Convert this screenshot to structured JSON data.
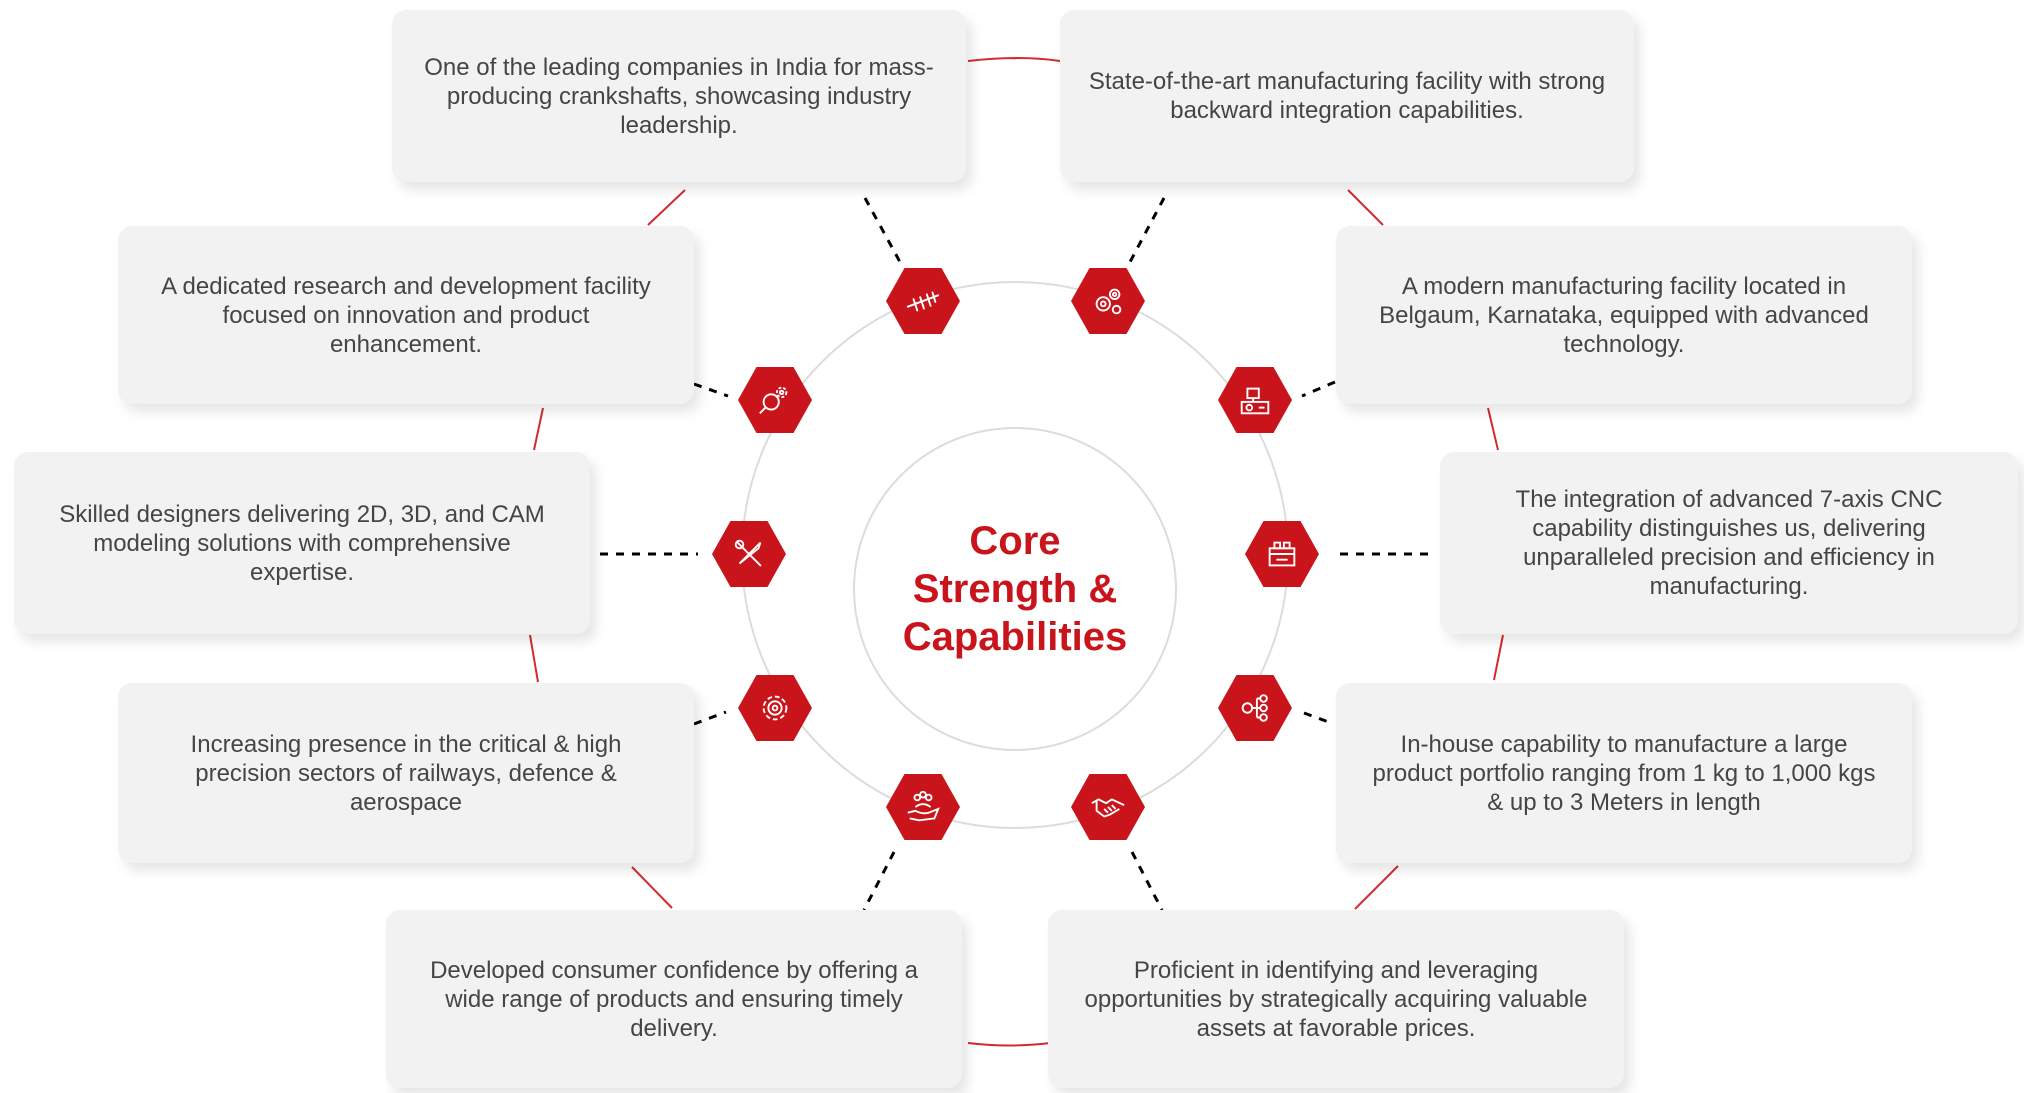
{
  "center": {
    "title": "Core Strength & Capabilities"
  },
  "colors": {
    "accent": "#c8141a",
    "card_bg": "#f2f2f2",
    "text": "#454545",
    "ring": "#dcdcdc",
    "connector": "#000000"
  },
  "items": [
    {
      "text": "One of the leading companies in India for mass-producing crankshafts, showcasing industry leadership.",
      "icon": "crankshaft-icon"
    },
    {
      "text": "State-of-the-art  manufacturing facility with strong backward integration capabilities.",
      "icon": "gears-icon"
    },
    {
      "text": "A modern manufacturing facility located in Belgaum, Karnataka, equipped with advanced technology.",
      "icon": "factory-machine-icon"
    },
    {
      "text": "The integration of advanced 7-axis CNC capability distinguishes us, delivering unparalleled precision and efficiency in manufacturing.",
      "icon": "cnc-machine-icon"
    },
    {
      "text": "In-house capability to manufacture a large product portfolio ranging from 1 kg to 1,000 kgs & up to 3 Meters in length",
      "icon": "gear-network-icon"
    },
    {
      "text": "Proficient in identifying and leveraging opportunities by strategically acquiring valuable assets at favorable prices.",
      "icon": "handshake-icon"
    },
    {
      "text": "Developed consumer confidence by offering a wide range of  products and ensuring timely delivery.",
      "icon": "people-hand-icon"
    },
    {
      "text": "Increasing presence in the critical & high precision sectors of railways, defence & aerospace",
      "icon": "target-gear-icon"
    },
    {
      "text": "Skilled designers delivering 2D, 3D, and CAM modeling solutions with comprehensive expertise.",
      "icon": "design-tools-icon"
    },
    {
      "text": "A dedicated research and development facility focused on innovation and product enhancement.",
      "icon": "research-gear-icon"
    }
  ]
}
